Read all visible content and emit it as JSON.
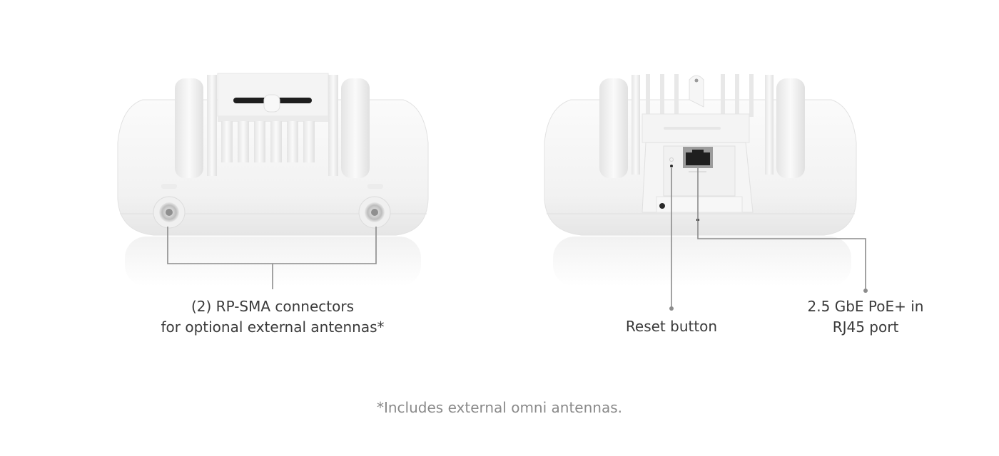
{
  "devices": [
    {
      "id": "front-view",
      "callout": {
        "lines": [
          "(2) RP-SMA connectors",
          "for optional external antennas*"
        ]
      }
    },
    {
      "id": "rear-view",
      "callouts": [
        {
          "id": "reset",
          "lines": [
            "Reset button"
          ]
        },
        {
          "id": "rj45",
          "lines": [
            "2.5 GbE PoE+ in",
            "RJ45 port"
          ]
        }
      ]
    }
  ],
  "footnote": "*Includes external omni antennas.",
  "colors": {
    "background": "#ffffff",
    "label_text": "#3a3a3a",
    "footnote_text": "#8a8a8a",
    "callout_line": "#8c8c8c",
    "device_body": "#f3f3f3",
    "device_shadow": "#dcdcdc"
  },
  "icons": {
    "antenna_connector": "rp-sma-connector-icon",
    "ethernet_port": "rj45-port-icon",
    "reset_button": "reset-pinhole-icon"
  }
}
